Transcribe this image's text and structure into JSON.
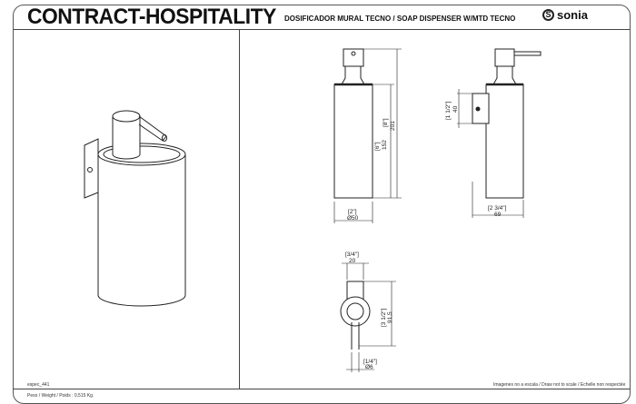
{
  "header": {
    "title": "CONTRACT-HOSPITALITY",
    "subtitle": "DOSIFICADOR MURAL TECNO / SOAP DISPENSER W/MTD TECNO",
    "brand": "sonia"
  },
  "drawing": {
    "front": {
      "height_in": "[8\"]",
      "height_mm": "201",
      "body_in": "[6\"]",
      "body_mm": "152",
      "diam_in": "[2\"]",
      "diam_mm": "Ø50"
    },
    "side": {
      "bracket_in": "[1 1/2\"]",
      "bracket_mm": "40",
      "depth_in": "[2 3/4\"]",
      "depth_mm": "69"
    },
    "top": {
      "width_in": "[3/4\"]",
      "width_mm": "20",
      "length_in": "[3 1/2\"]",
      "length_mm": "91,5",
      "spout_in": "[1/4\"]",
      "spout_mm": "Ø6"
    }
  },
  "footer": {
    "ref": "espec_441",
    "scale_note": "Imagenes no a escala / Draw not to scale / Echelle non respectée",
    "weight": "Peso / Weight / Poids : 0,515 Kg."
  }
}
